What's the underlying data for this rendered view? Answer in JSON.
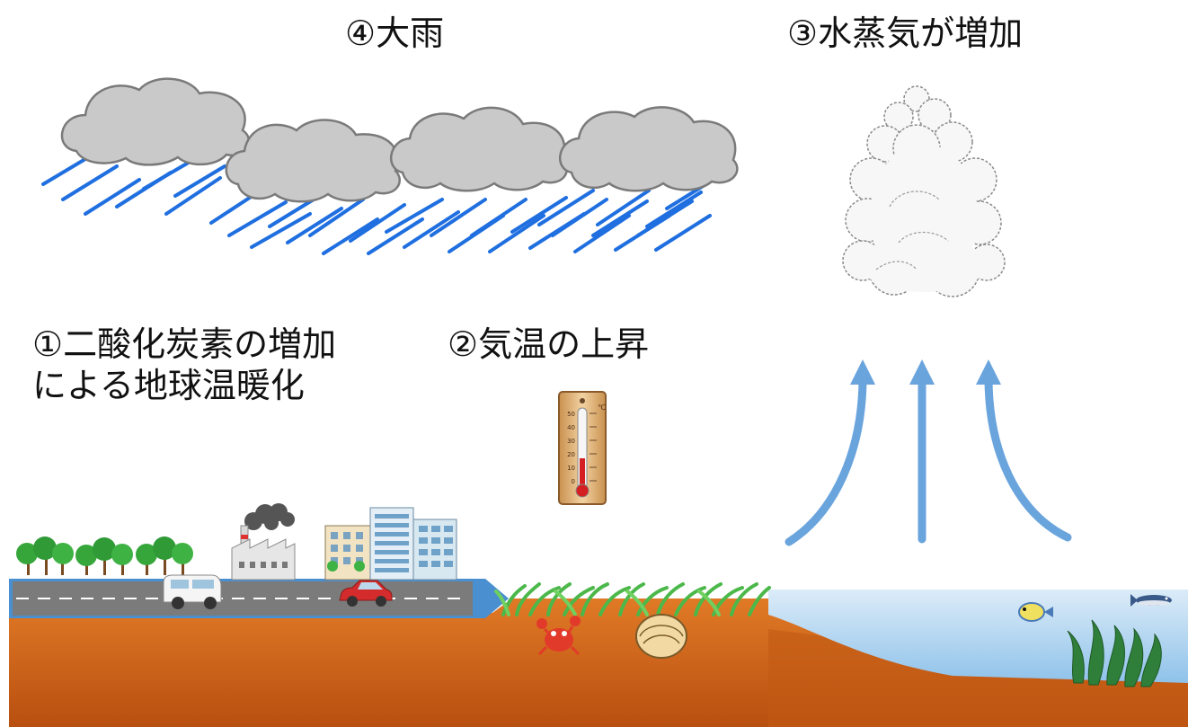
{
  "labels": {
    "step1_line1": "①二酸化炭素の増加",
    "step1_line2": "による地球温暖化",
    "step2": "②気温の上昇",
    "step3": "③水蒸気が増加",
    "step4": "④大雨"
  },
  "thermometer": {
    "unit": "℃",
    "ticks": [
      "50",
      "40",
      "30",
      "20",
      "10",
      "0"
    ]
  },
  "colors": {
    "rain": "#1f6fe0",
    "cloud_fill": "#c9c9c9",
    "cloud_stroke": "#7a7a7a",
    "arrow": "#6aa4dd",
    "soil": "#d46418",
    "sea": "#a9d1ef",
    "road": "#7b7b7b"
  }
}
